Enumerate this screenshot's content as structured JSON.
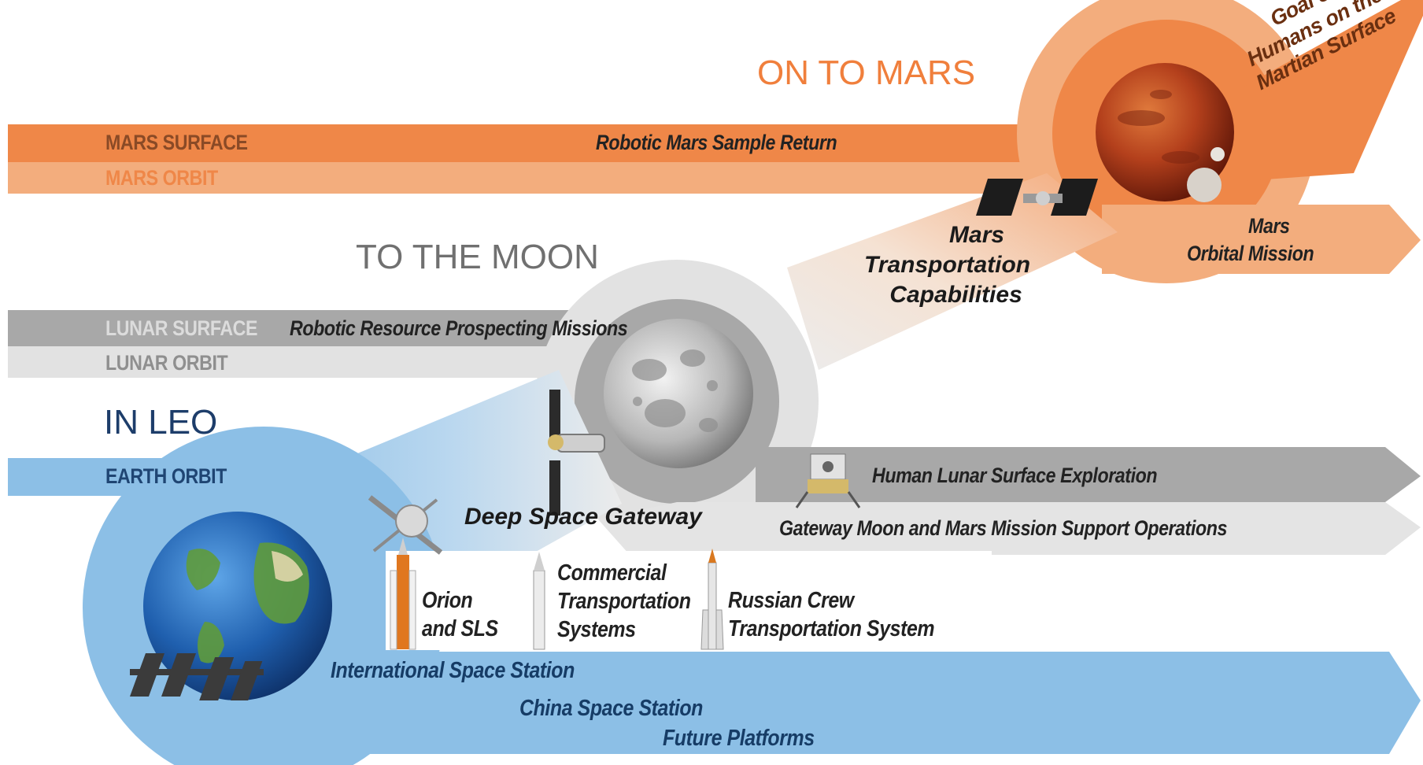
{
  "colors": {
    "mars_surface": "#ef8748",
    "mars_orbit": "#f3ad7d",
    "mars_heading": "#f07f3c",
    "lunar_surface": "#a8a8a8",
    "lunar_orbit": "#e2e2e2",
    "moon_heading": "#707070",
    "earth_orbit": "#8cbfe6",
    "leo_heading": "#1d3d6a",
    "earth_label": "#1f4573",
    "text_dark": "#222222"
  },
  "headings": {
    "mars": "ON TO MARS",
    "moon": "TO THE MOON",
    "leo": "IN LEO"
  },
  "bands": {
    "mars_surface": "MARS SURFACE",
    "mars_orbit": "MARS ORBIT",
    "lunar_surface": "LUNAR SURFACE",
    "lunar_orbit": "LUNAR ORBIT",
    "earth_orbit": "EARTH ORBIT"
  },
  "missions": {
    "mars_sample": "Robotic Mars Sample Return",
    "goal": [
      "Goal of",
      "Humans on the",
      "Martian Surface"
    ],
    "mars_orbital": [
      "Mars",
      "Orbital Mission"
    ],
    "mars_transport": [
      "Mars",
      "Transportation",
      "Capabilities"
    ],
    "lunar_prospecting": "Robotic Resource Prospecting Missions",
    "human_lunar": "Human Lunar Surface Exploration",
    "gateway_ops": "Gateway Moon and Mars Mission Support Operations",
    "gateway": "Deep Space Gateway",
    "orion": [
      "Orion",
      "and SLS"
    ],
    "commercial": [
      "Commercial",
      "Transportation",
      "Systems"
    ],
    "russian": [
      "Russian Crew",
      "Transportation System"
    ],
    "iss": "International Space Station",
    "china": "China Space Station",
    "future": "Future Platforms"
  },
  "icons": [
    "earth-globe-icon",
    "iss-station-icon",
    "orion-capsule-icon",
    "sls-rocket-icon",
    "commercial-rocket-icon",
    "soyuz-rocket-icon",
    "moon-icon",
    "gateway-station-icon",
    "lunar-lander-icon",
    "mars-planet-icon",
    "mars-transport-vehicle-icon"
  ]
}
